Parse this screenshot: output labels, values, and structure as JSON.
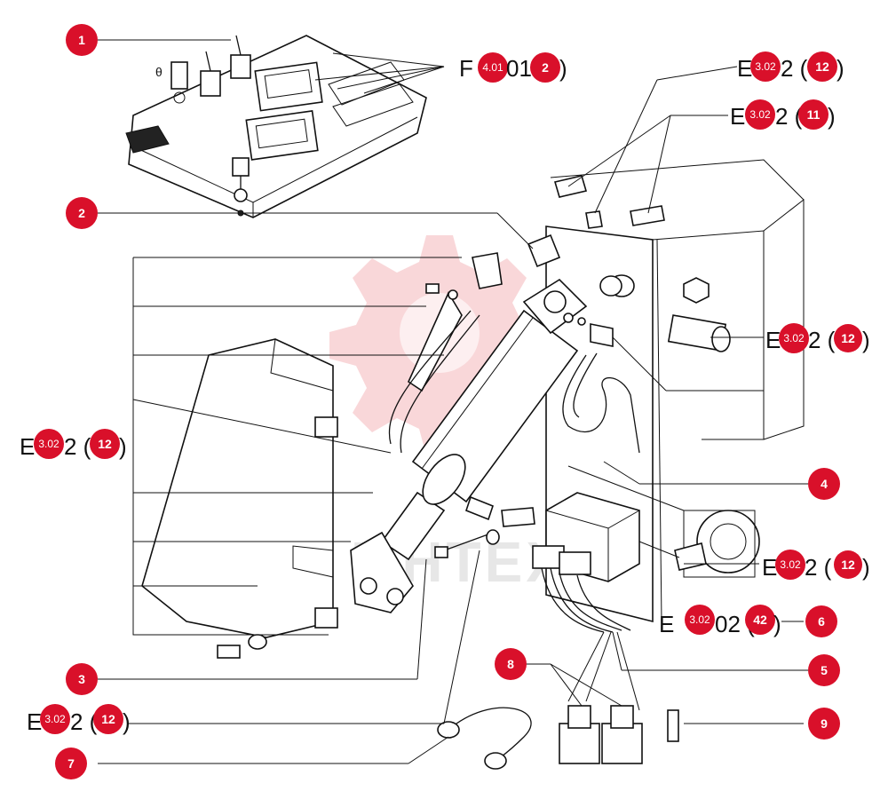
{
  "callouts": [
    {
      "id": "c1",
      "number": "1"
    },
    {
      "id": "c2",
      "number": "2"
    },
    {
      "id": "c3",
      "number": "3"
    },
    {
      "id": "c4",
      "number": "4"
    },
    {
      "id": "c5",
      "number": "5"
    },
    {
      "id": "c6",
      "number": "6"
    },
    {
      "id": "c7",
      "number": "7"
    },
    {
      "id": "c8",
      "number": "8"
    },
    {
      "id": "c9",
      "number": "9"
    }
  ],
  "refs": [
    {
      "id": "r1",
      "code_prefix": "F",
      "code_suffix": "01 (",
      "badge": "4.01",
      "num": "2",
      "tail": ")"
    },
    {
      "id": "r2",
      "code_prefix": "E",
      "code_suffix": "2 (",
      "badge": "3.02",
      "num": "12",
      "tail": ")"
    },
    {
      "id": "r3",
      "code_prefix": "E",
      "code_suffix": "2 (",
      "badge": "3.02",
      "num": "11",
      "tail": ")"
    },
    {
      "id": "r4",
      "code_prefix": "E",
      "code_suffix": "2 (",
      "badge": "3.02",
      "num": "12",
      "tail": ")"
    },
    {
      "id": "r5",
      "code_prefix": "E",
      "code_suffix": "2 (",
      "badge": "3.02",
      "num": "12",
      "tail": ")"
    },
    {
      "id": "r6",
      "code_prefix": "E",
      "code_suffix": "2 (",
      "badge": "3.02",
      "num": "12",
      "tail": ")"
    },
    {
      "id": "r7",
      "code_prefix": "E",
      "code_suffix": "02 (",
      "badge": "3.02",
      "num": "42",
      "tail": ")"
    },
    {
      "id": "r8",
      "code_prefix": "E",
      "code_suffix": "2 (",
      "badge": "3.02",
      "num": "12",
      "tail": ")"
    }
  ],
  "watermark": {
    "text": "MHTEX",
    "color": "#e0202f"
  },
  "colors": {
    "callout": "#d9102a",
    "line": "#111111"
  }
}
